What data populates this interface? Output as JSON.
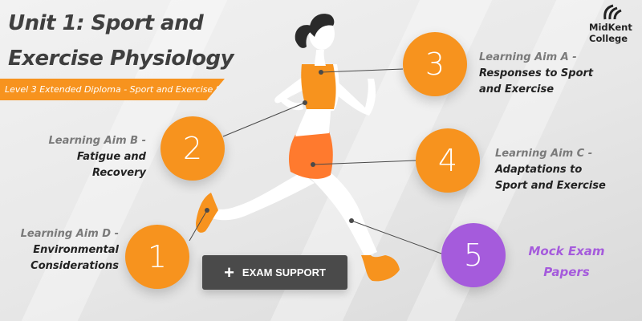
{
  "header": {
    "title_line1": "Unit 1: Sport and",
    "title_line2": "Exercise Physiology",
    "subtitle": "Level 3 Extended Diploma - Sport and Exercise Science"
  },
  "logo": {
    "line1": "MidKent",
    "line2": "College"
  },
  "aims": [
    {
      "number": "1",
      "title": "Learning Aim D -",
      "line2": "Environmental",
      "line3": "Considerations"
    },
    {
      "number": "2",
      "title": "Learning Aim B -",
      "line2": "Fatigue and",
      "line3": "Recovery"
    },
    {
      "number": "3",
      "title": "Learning Aim A -",
      "line2": "Responses to Sport",
      "line3": "and Exercise"
    },
    {
      "number": "4",
      "title": "Learning Aim C -",
      "line2": "Adaptations to",
      "line3": "Sport and Exercise"
    },
    {
      "number": "5",
      "line1": "Mock Exam",
      "line2": "Papers"
    }
  ],
  "button": {
    "label": "EXAM SUPPORT",
    "icon": "plus-icon"
  },
  "colors": {
    "accent": "#f7931e",
    "purple": "#a55bdc",
    "button": "#4a4a4a",
    "title": "#3f3f3f"
  }
}
